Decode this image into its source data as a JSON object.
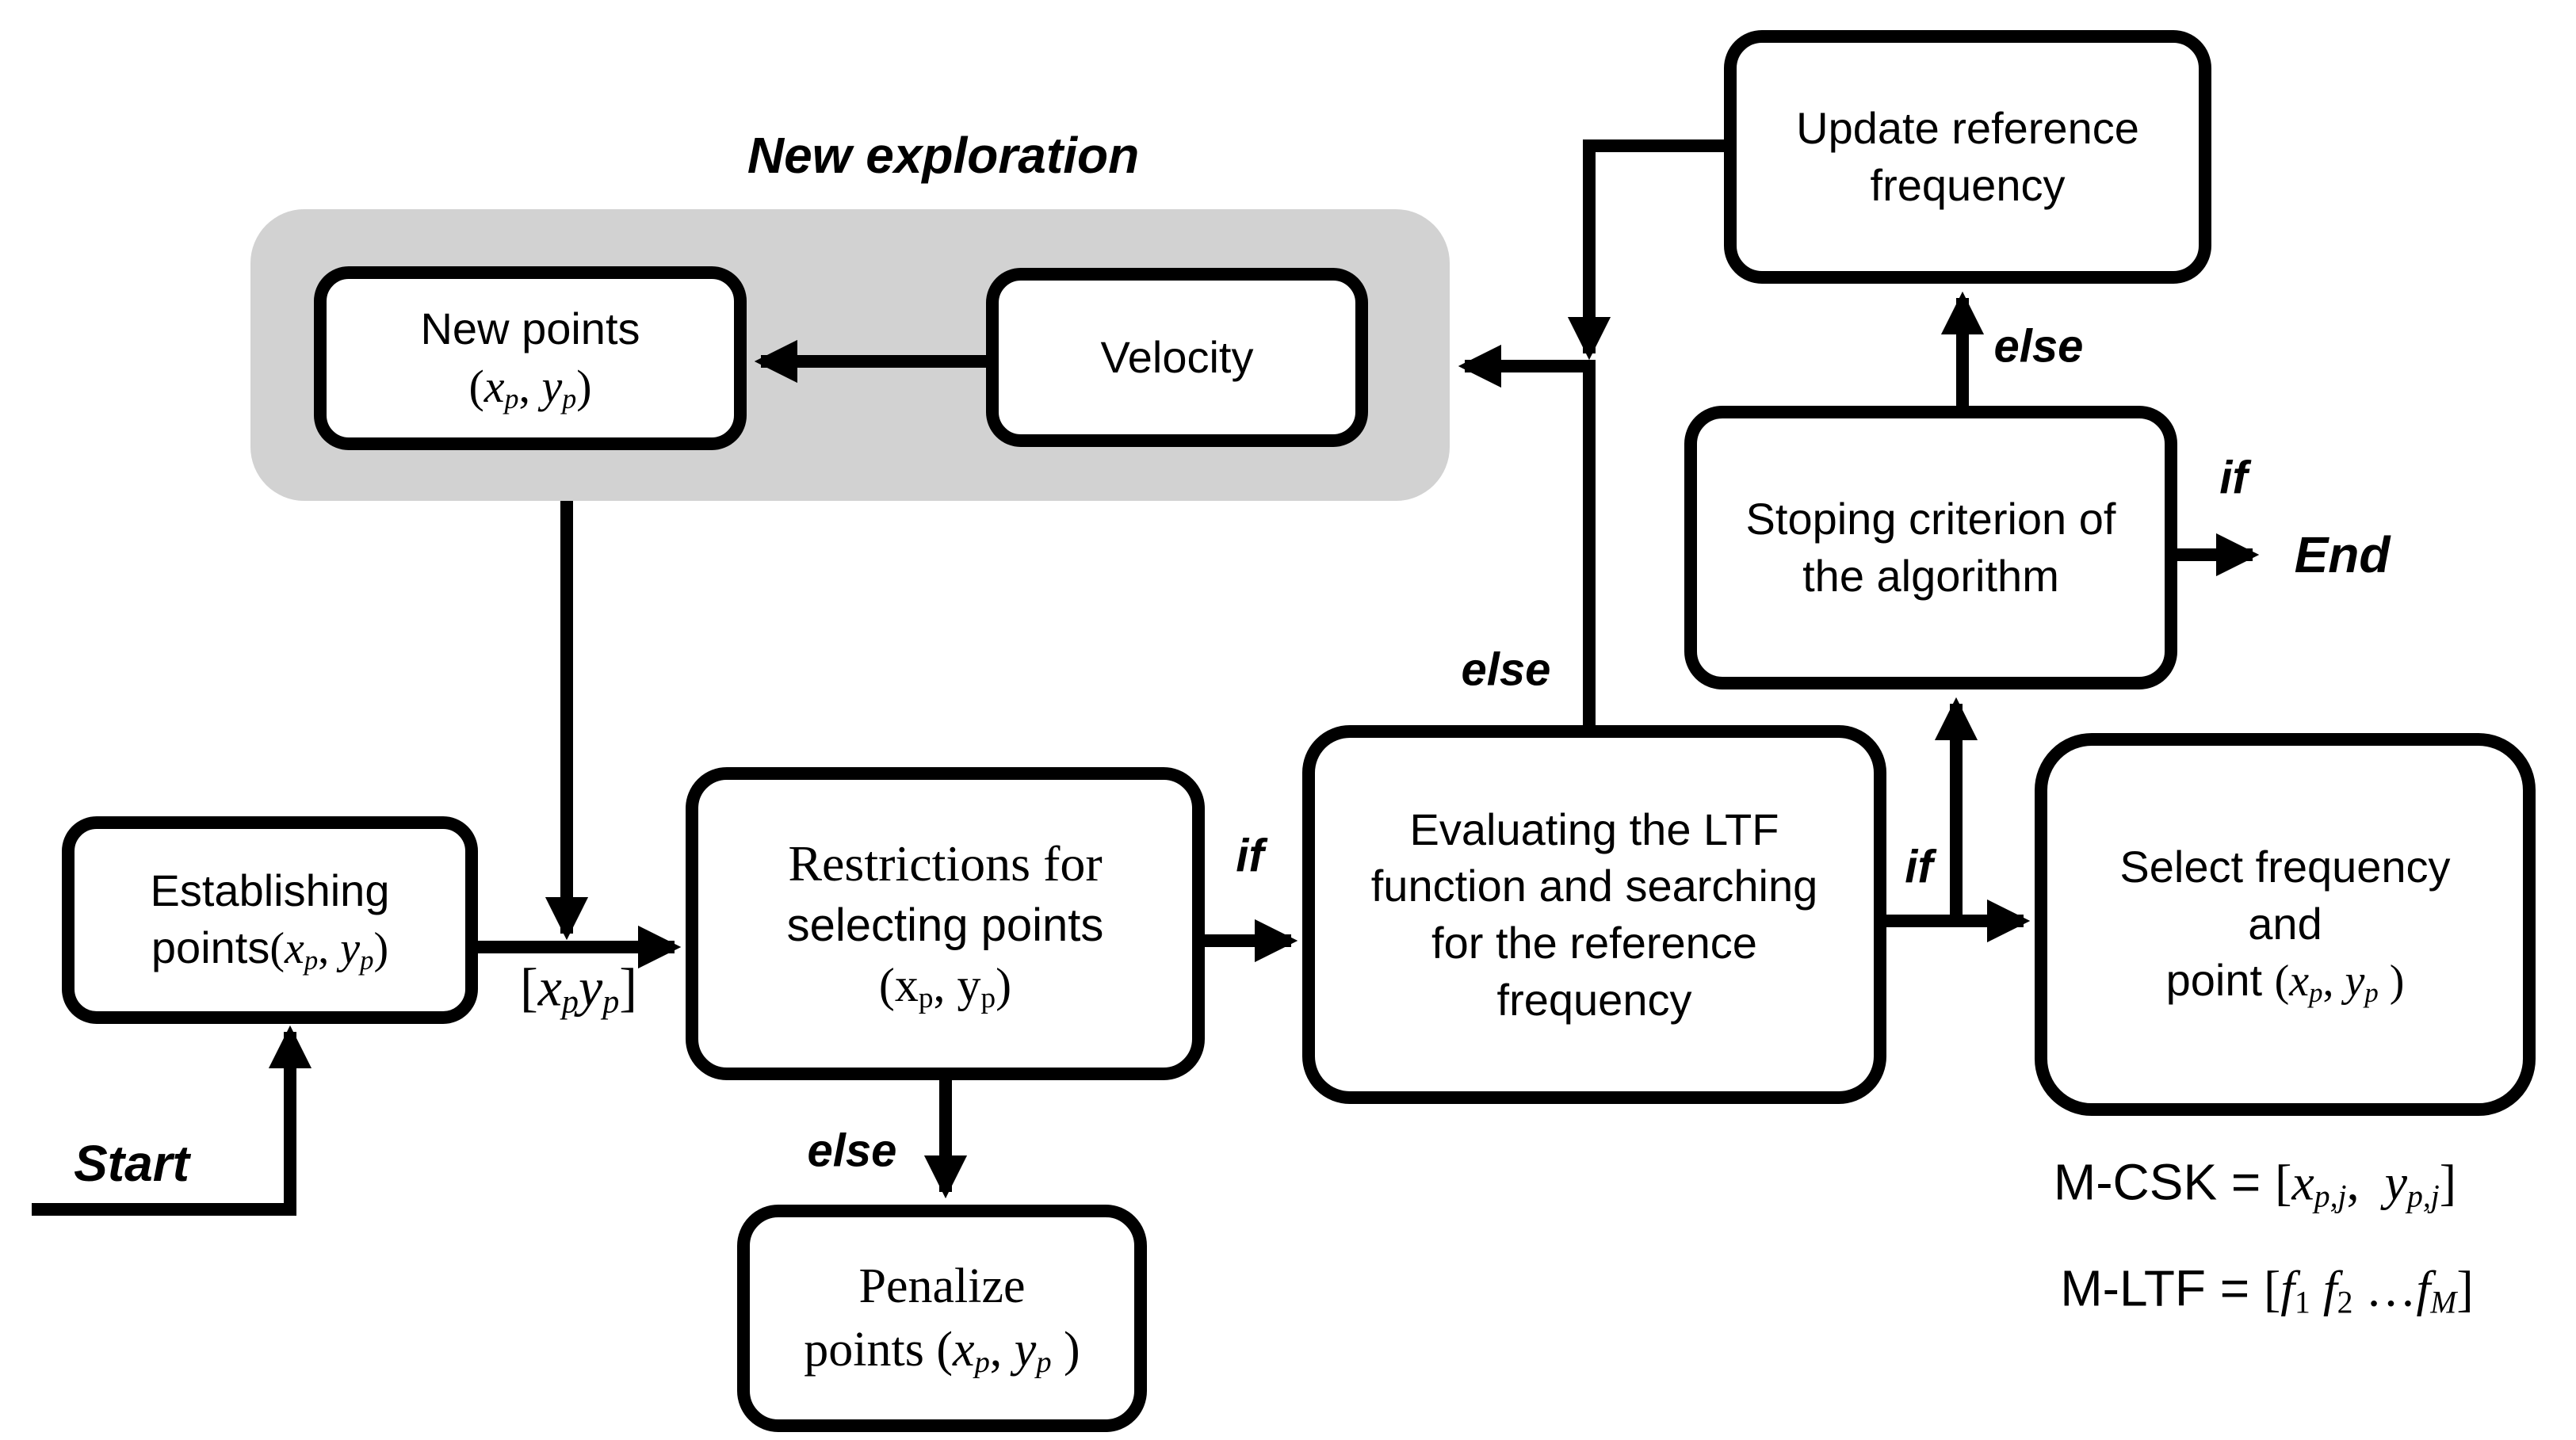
{
  "diagram": {
    "background_color": "#ffffff",
    "line_color": "#000000",
    "group_color": "#d2d2d2",
    "group_title": "New exploration",
    "nodes": {
      "update_reference": {
        "label": "Update reference\nfrequency"
      },
      "stoping_criterion": {
        "label": "Stoping criterion of\nthe algorithm"
      },
      "new_points": {
        "line1": "New points",
        "line2": [
          {
            "t": "("
          },
          {
            "t": "x",
            "it": true
          },
          {
            "t": "p",
            "it": true,
            "sub": true
          },
          {
            "t": ", "
          },
          {
            "t": "y",
            "it": true
          },
          {
            "t": "p",
            "it": true,
            "sub": true
          },
          {
            "t": ")"
          }
        ]
      },
      "velocity": {
        "label": "Velocity"
      },
      "establishing": {
        "line1": "Establishing",
        "line2": [
          {
            "t": "points",
            "sans": true
          },
          {
            "t": "("
          },
          {
            "t": "x",
            "it": true
          },
          {
            "t": "p",
            "it": true,
            "sub": true
          },
          {
            "t": ", "
          },
          {
            "t": "y",
            "it": true
          },
          {
            "t": "p",
            "it": true,
            "sub": true
          },
          {
            "t": ")"
          }
        ]
      },
      "restrictions": {
        "line1": "Restrictions for",
        "line2": "selecting points",
        "line3": [
          {
            "t": "(x"
          },
          {
            "t": "p",
            "sub": true
          },
          {
            "t": ", y"
          },
          {
            "t": "p",
            "sub": true
          },
          {
            "t": ")"
          }
        ]
      },
      "evaluating": {
        "label": "Evaluating the LTF\nfunction and searching\nfor the reference\nfrequency"
      },
      "select_frequency": {
        "line1": "Select frequency",
        "line2": "and",
        "line3": [
          {
            "t": "point ",
            "sans": true
          },
          {
            "t": "("
          },
          {
            "t": "x",
            "it": true
          },
          {
            "t": "p",
            "it": true,
            "sub": true
          },
          {
            "t": ", "
          },
          {
            "t": "y",
            "it": true
          },
          {
            "t": "p",
            "it": true,
            "sub": true
          },
          {
            "t": " )"
          }
        ]
      },
      "penalize": {
        "line1": "Penalize",
        "line2": [
          {
            "t": "points "
          },
          {
            "t": "("
          },
          {
            "t": "x",
            "it": true
          },
          {
            "t": "p",
            "it": true,
            "sub": true
          },
          {
            "t": ", "
          },
          {
            "t": "y",
            "it": true
          },
          {
            "t": "p",
            "it": true,
            "sub": true
          },
          {
            "t": " )"
          }
        ]
      }
    },
    "labels": {
      "start": "Start",
      "end": "End",
      "if_restrictions": "if",
      "else_restrictions": "else",
      "else_junction": "else",
      "if_evaluating": "if",
      "else_stoping": "else",
      "if_stoping": "if",
      "xp_yp_bracket": [
        {
          "t": "["
        },
        {
          "t": "x",
          "it": true
        },
        {
          "t": "p",
          "it": true,
          "sub": true
        },
        {
          "t": "y",
          "it": true
        },
        {
          "t": "p",
          "it": true,
          "sub": true
        },
        {
          "t": "]"
        }
      ],
      "m_csk": [
        {
          "t": "M-CSK = ",
          "sans": true
        },
        {
          "t": "["
        },
        {
          "t": "x",
          "it": true
        },
        {
          "t": "p,j",
          "it": true,
          "sub": true
        },
        {
          "t": ",  "
        },
        {
          "t": "y",
          "it": true
        },
        {
          "t": "p,j",
          "it": true,
          "sub": true
        },
        {
          "t": "]"
        }
      ],
      "m_ltf": [
        {
          "t": "M-LTF = ",
          "sans": true
        },
        {
          "t": "["
        },
        {
          "t": "f",
          "it": true
        },
        {
          "t": "1",
          "sub": true
        },
        {
          "t": " "
        },
        {
          "t": "f",
          "it": true
        },
        {
          "t": "2",
          "sub": true
        },
        {
          "t": " …"
        },
        {
          "t": "f",
          "it": true
        },
        {
          "t": "M",
          "it": true,
          "sub": true
        },
        {
          "t": "]"
        }
      ]
    }
  }
}
